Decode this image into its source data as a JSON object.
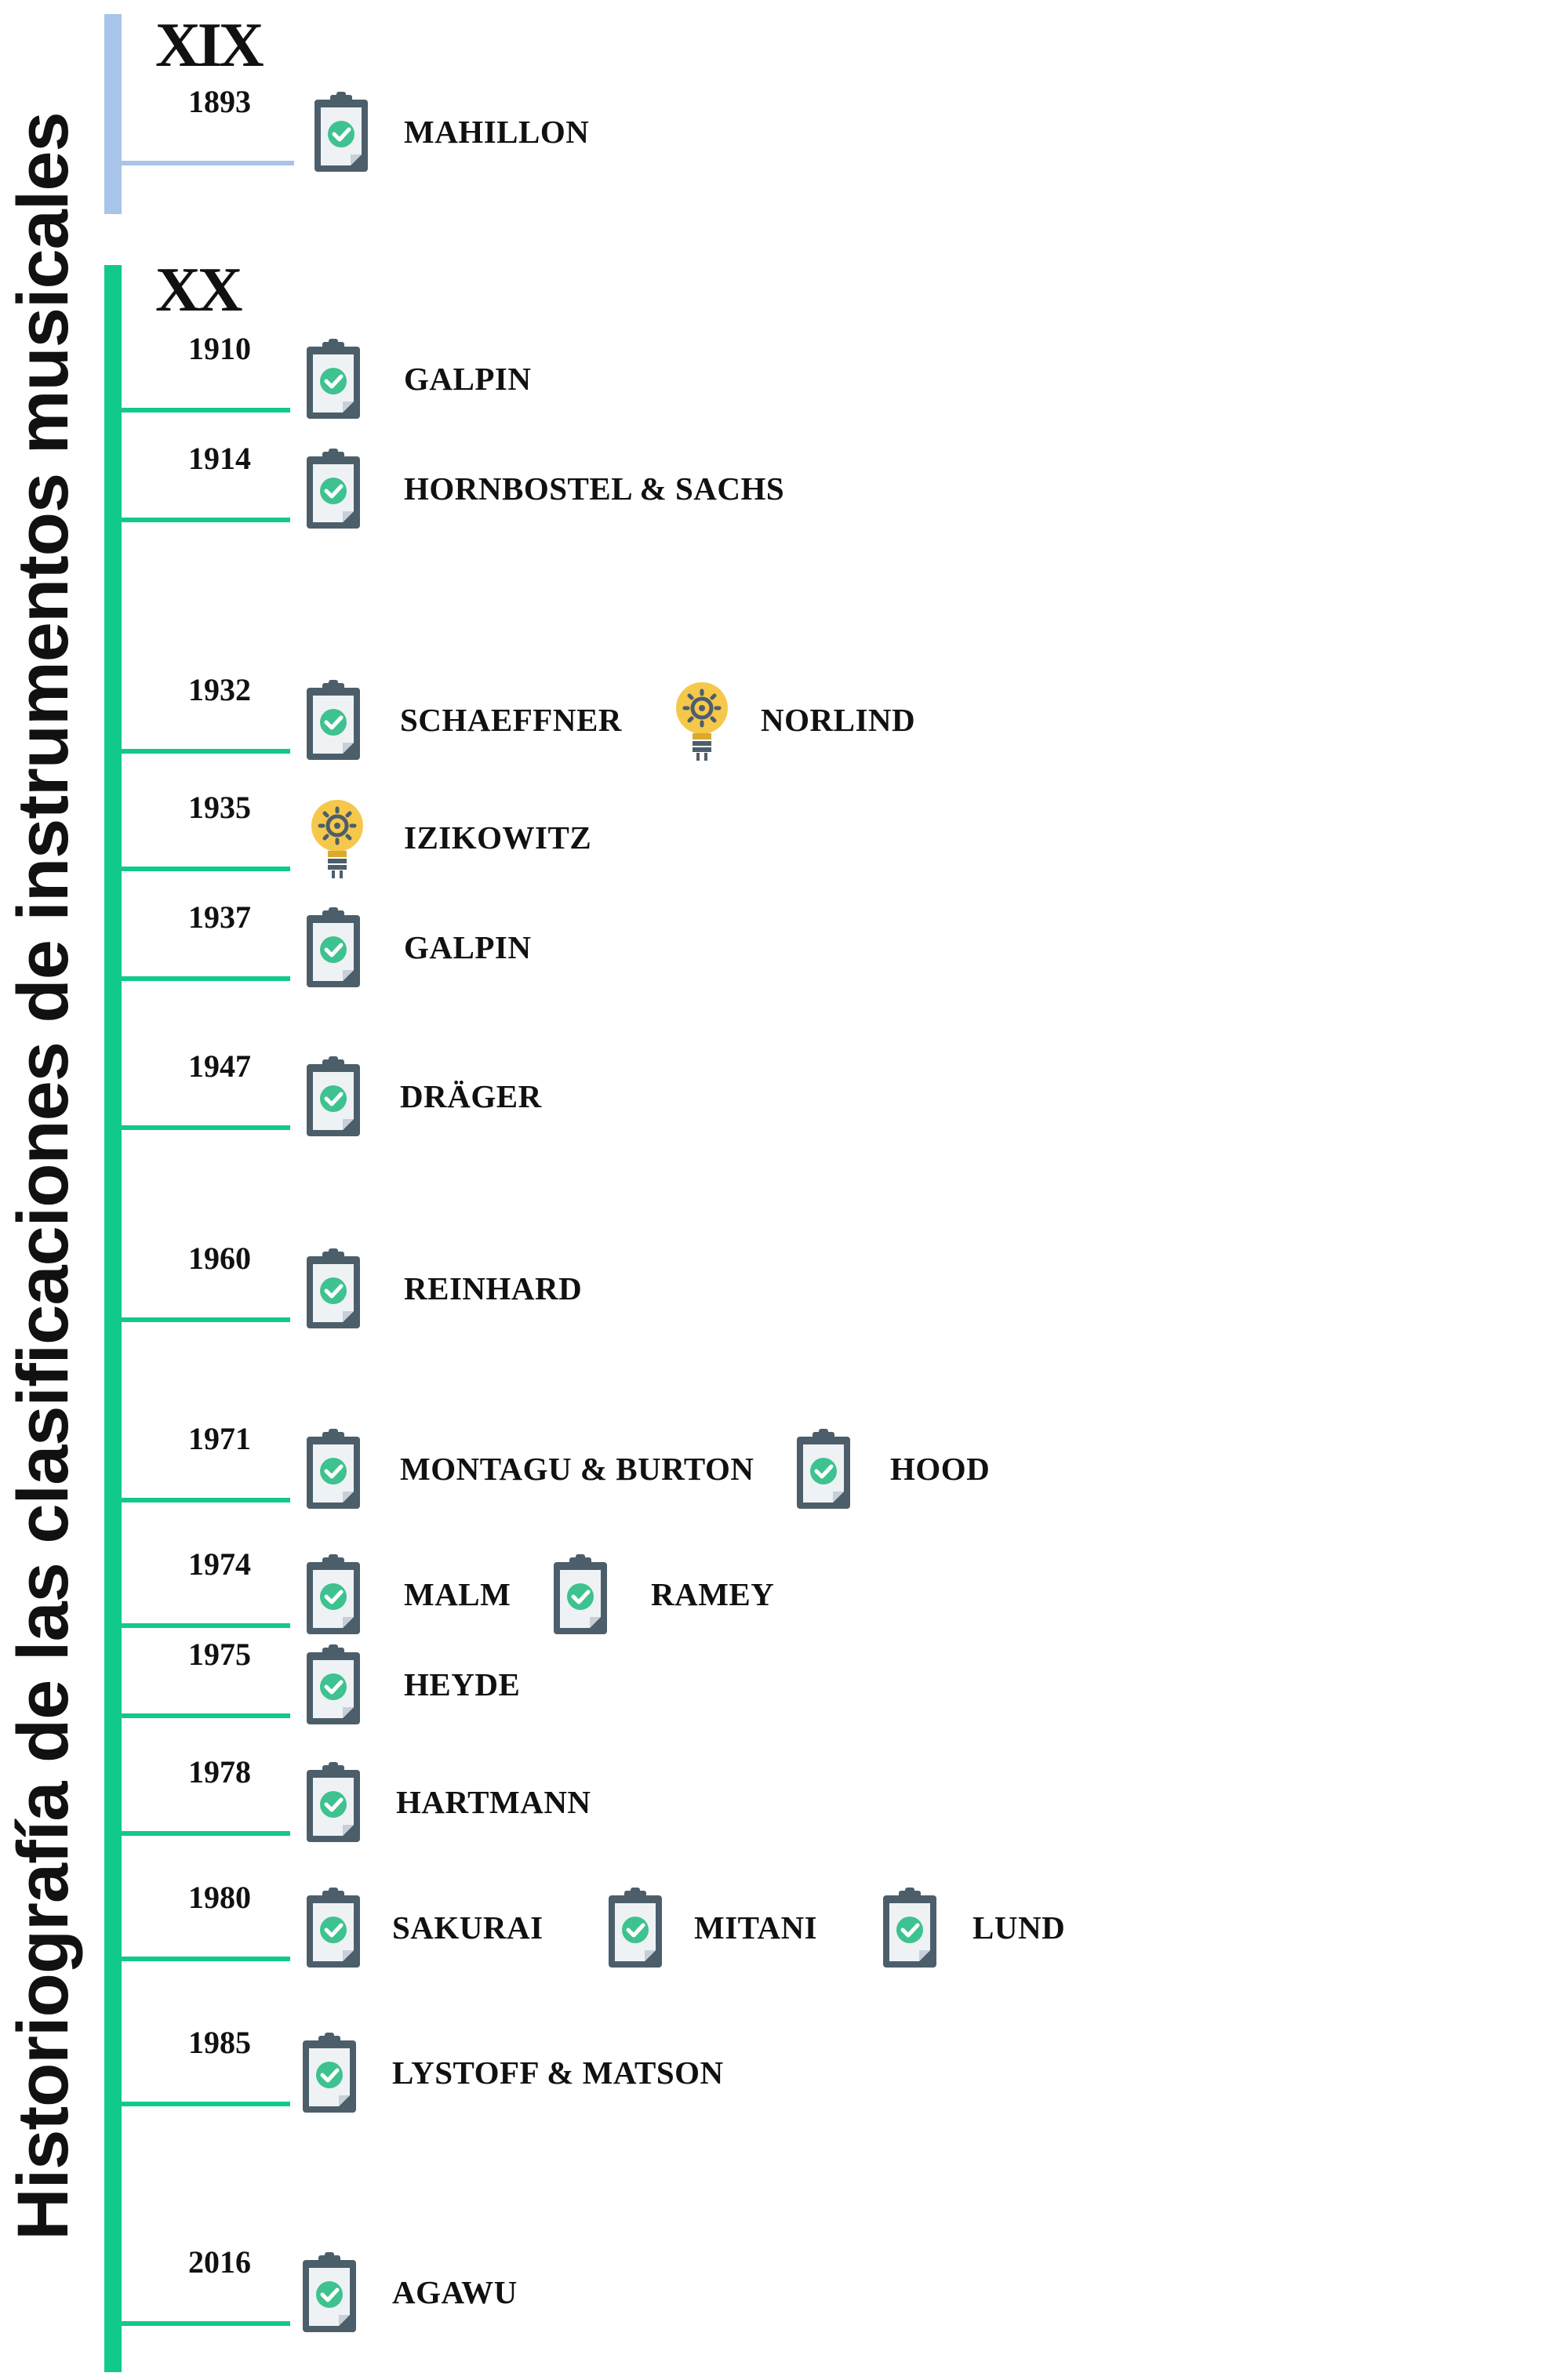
{
  "title": "Historiografía de las clasificaciones de instrumentos musicales",
  "colors": {
    "xix_accent": "#a8c4e8",
    "xx_accent": "#11c98a",
    "clipboard_frame": "#4d5e6b",
    "clipboard_check": "#3ec28f",
    "bulb": "#f5c84c"
  },
  "centuries": [
    {
      "label": "XIX",
      "entries": [
        {
          "year": "1893",
          "items": [
            {
              "icon": "clipboard-check-icon",
              "name": "MAHILLON"
            }
          ]
        }
      ]
    },
    {
      "label": "XX",
      "entries": [
        {
          "year": "1910",
          "items": [
            {
              "icon": "clipboard-check-icon",
              "name": "GALPIN"
            }
          ]
        },
        {
          "year": "1914",
          "items": [
            {
              "icon": "clipboard-check-icon",
              "name": "HORNBOSTEL & SACHS"
            }
          ]
        },
        {
          "year": "1932",
          "items": [
            {
              "icon": "clipboard-check-icon",
              "name": "SCHAEFFNER"
            },
            {
              "icon": "lightbulb-icon",
              "name": "NORLIND"
            }
          ]
        },
        {
          "year": "1935",
          "items": [
            {
              "icon": "lightbulb-icon",
              "name": "IZIKOWITZ"
            }
          ]
        },
        {
          "year": "1937",
          "items": [
            {
              "icon": "clipboard-check-icon",
              "name": "GALPIN"
            }
          ]
        },
        {
          "year": "1947",
          "items": [
            {
              "icon": "clipboard-check-icon",
              "name": "DRÄGER"
            }
          ]
        },
        {
          "year": "1960",
          "items": [
            {
              "icon": "clipboard-check-icon",
              "name": "REINHARD"
            }
          ]
        },
        {
          "year": "1971",
          "items": [
            {
              "icon": "clipboard-check-icon",
              "name": "MONTAGU & BURTON"
            },
            {
              "icon": "clipboard-check-icon",
              "name": "HOOD"
            }
          ]
        },
        {
          "year": "1974",
          "items": [
            {
              "icon": "clipboard-check-icon",
              "name": "MALM"
            },
            {
              "icon": "clipboard-check-icon",
              "name": "RAMEY"
            }
          ]
        },
        {
          "year": "1975",
          "items": [
            {
              "icon": "clipboard-check-icon",
              "name": "HEYDE"
            }
          ]
        },
        {
          "year": "1978",
          "items": [
            {
              "icon": "clipboard-check-icon",
              "name": "HARTMANN"
            }
          ]
        },
        {
          "year": "1980",
          "items": [
            {
              "icon": "clipboard-check-icon",
              "name": "SAKURAI"
            },
            {
              "icon": "clipboard-check-icon",
              "name": "MITANI"
            },
            {
              "icon": "clipboard-check-icon",
              "name": "LUND"
            }
          ]
        },
        {
          "year": "1985",
          "items": [
            {
              "icon": "clipboard-check-icon",
              "name": "LYSTOFF & MATSON"
            }
          ]
        },
        {
          "year": "2016",
          "items": [
            {
              "icon": "clipboard-check-icon",
              "name": "AGAWU"
            }
          ]
        }
      ]
    }
  ]
}
